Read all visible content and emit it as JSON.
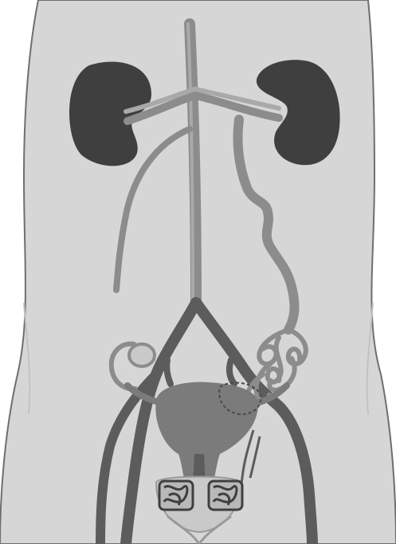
{
  "figure": {
    "kind": "anatomical-illustration",
    "style": "grayscale",
    "labels": []
  },
  "colors": {
    "page_background": "#ffffff",
    "torso_fill": "#d6d6d6",
    "torso_outline": "#6f6f6f",
    "kidney_fill": "#3f3f3f",
    "vessel_dark": "#5c5c5c",
    "vessel_light": "#8c8c8c",
    "vessel_faint": "#a9a9a9",
    "organ_fill": "#7b7b7b",
    "bladder_fill": "#c9c9c9"
  },
  "structures": [
    "torso-silhouette",
    "left-kidney",
    "right-kidney",
    "aorta-vena-cava",
    "renal-vessels",
    "left-gonadal-vein-dilated",
    "right-gonadal-vein",
    "pelvic-venous-plexus",
    "uterus",
    "left-ovary",
    "right-ovary",
    "iliac-vessels",
    "bladder",
    "vulvar-varicose-plexus"
  ]
}
